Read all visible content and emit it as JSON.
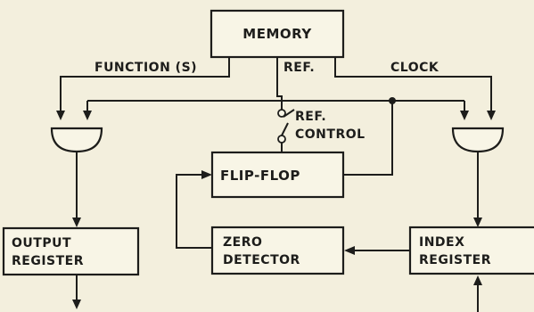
{
  "blocks": {
    "memory": "MEMORY",
    "flip_flop": "FLIP-FLOP",
    "output_register": [
      "OUTPUT",
      "REGISTER"
    ],
    "zero_detector": [
      "ZERO",
      "DETECTOR"
    ],
    "index_register": [
      "INDEX",
      "REGISTER"
    ]
  },
  "signals": {
    "functions": "FUNCTION (S)",
    "ref": "REF.",
    "clock": "CLOCK",
    "ref_control": [
      "REF.",
      "CONTROL"
    ]
  }
}
